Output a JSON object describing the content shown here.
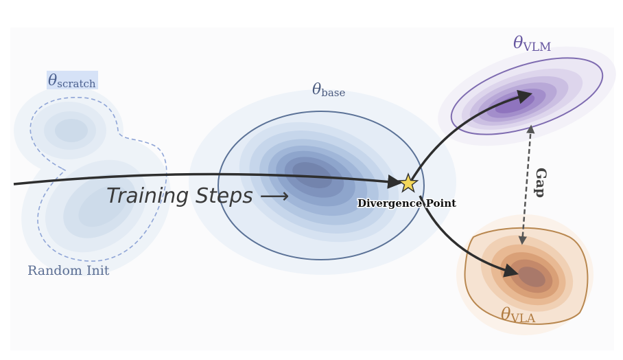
{
  "labels": {
    "theta": "θ",
    "scratch_sub": "scratch",
    "base_sub": "base",
    "vlm_sub": "VLM",
    "vla_sub": "VLA",
    "random_init": "Random Init",
    "training_steps": "Training Steps ⟶",
    "divergence_point": "Divergence Point",
    "gap": "Gap"
  },
  "colors": {
    "scratch": "#7f9ccf",
    "base": "#5a7196",
    "vlm": "#7e6bb0",
    "vla": "#b8874f",
    "star": "#f3d75a",
    "arrow": "#2e2e2e"
  }
}
